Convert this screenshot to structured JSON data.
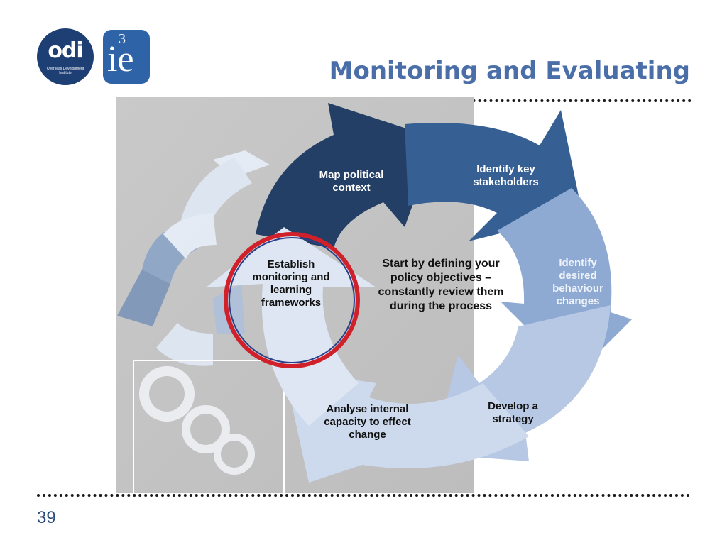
{
  "title": "Monitoring and Evaluating",
  "page_number": "39",
  "logos": {
    "odi_text": "odi",
    "odi_subtext": "Overseas Development Institute",
    "ie_number": "3",
    "ie_text": "ie"
  },
  "cycle": {
    "steps": [
      {
        "label": "Map political context"
      },
      {
        "label": "Identify key stakeholders"
      },
      {
        "label": "Identify desired behaviour changes"
      },
      {
        "label": "Develop a strategy"
      },
      {
        "label": "Analyse internal capacity to effect change"
      },
      {
        "label": "Establish monitoring and learning frameworks"
      }
    ],
    "center_note": "Start by defining your policy objectives – constantly review them during the process"
  },
  "colors": {
    "title": "#4a6fa8",
    "step_dark": "#233f66",
    "step_mid": "#365f94",
    "step_light": "#8eaad2",
    "step_pale": "#b6c8e3",
    "step_palest": "#cddaee",
    "highlight_ring": "#d0202a",
    "background_panel": "#c4c4c4"
  }
}
